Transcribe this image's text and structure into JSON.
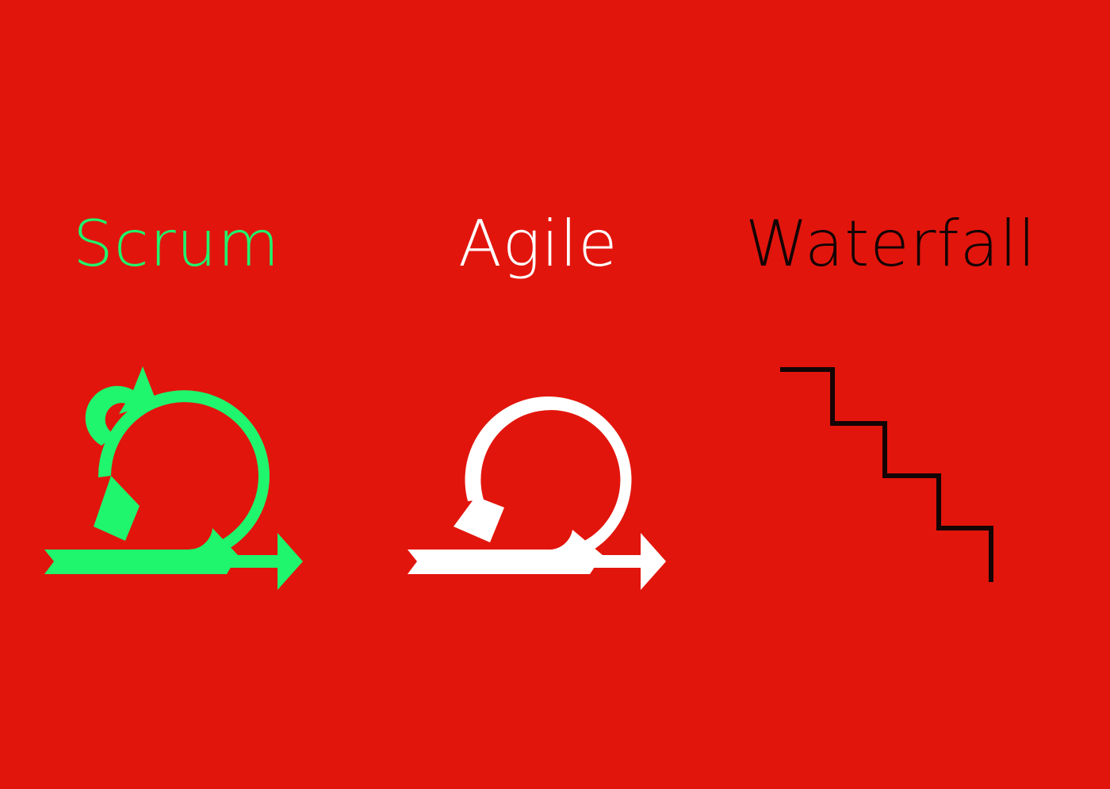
{
  "colors": {
    "background": "#e2150c",
    "scrum": "#1ff56d",
    "agile": "#ffffff",
    "waterfall": "#140404"
  },
  "methods": [
    {
      "label": "Scrum",
      "icon": "scrum-cycle-arrows-icon"
    },
    {
      "label": "Agile",
      "icon": "agile-loop-arrow-icon"
    },
    {
      "label": "Waterfall",
      "icon": "waterfall-staircase-icon"
    }
  ]
}
